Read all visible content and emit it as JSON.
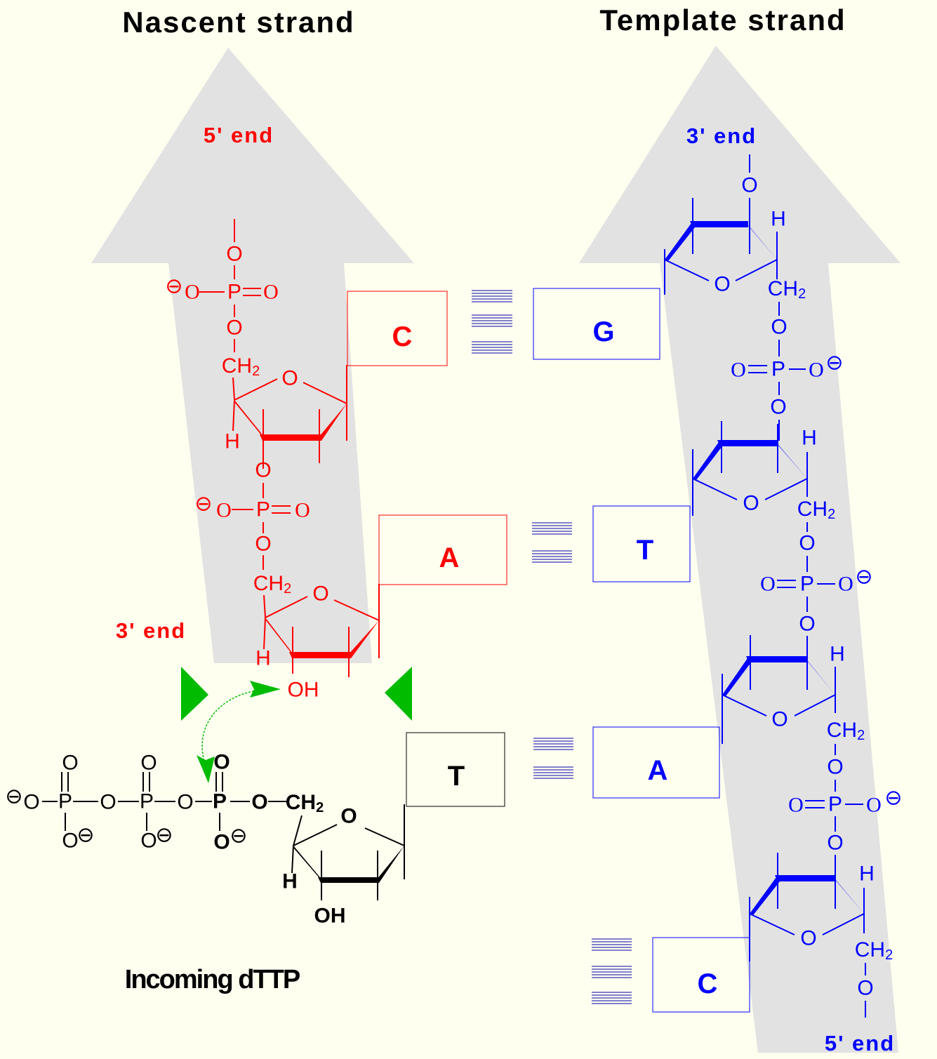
{
  "titles": {
    "nascent": "Nascent strand",
    "template": "Template strand"
  },
  "nascent": {
    "end_top": "5' end",
    "end_bottom": "3' end",
    "bases": [
      "C",
      "A"
    ],
    "color": "#ff0000",
    "oh": "OH"
  },
  "template": {
    "end_top": "3' end",
    "end_bottom": "5' end",
    "bases": [
      "G",
      "T",
      "A",
      "C"
    ],
    "color": "#0000ff"
  },
  "incoming": {
    "caption": "Incoming dTTP",
    "base": "T",
    "color": "#000000",
    "oh": "OH",
    "ch2": "CH",
    "h": "H"
  },
  "atoms": {
    "oxygen": "O",
    "phosphorus": "P",
    "hydrogen": "H",
    "ch2": "CH",
    "ch2_sub": "2",
    "minus": "⊖"
  },
  "colors": {
    "background": "#fffff0",
    "arrow": "#e2e2e2",
    "pointer": "#00bb00"
  }
}
